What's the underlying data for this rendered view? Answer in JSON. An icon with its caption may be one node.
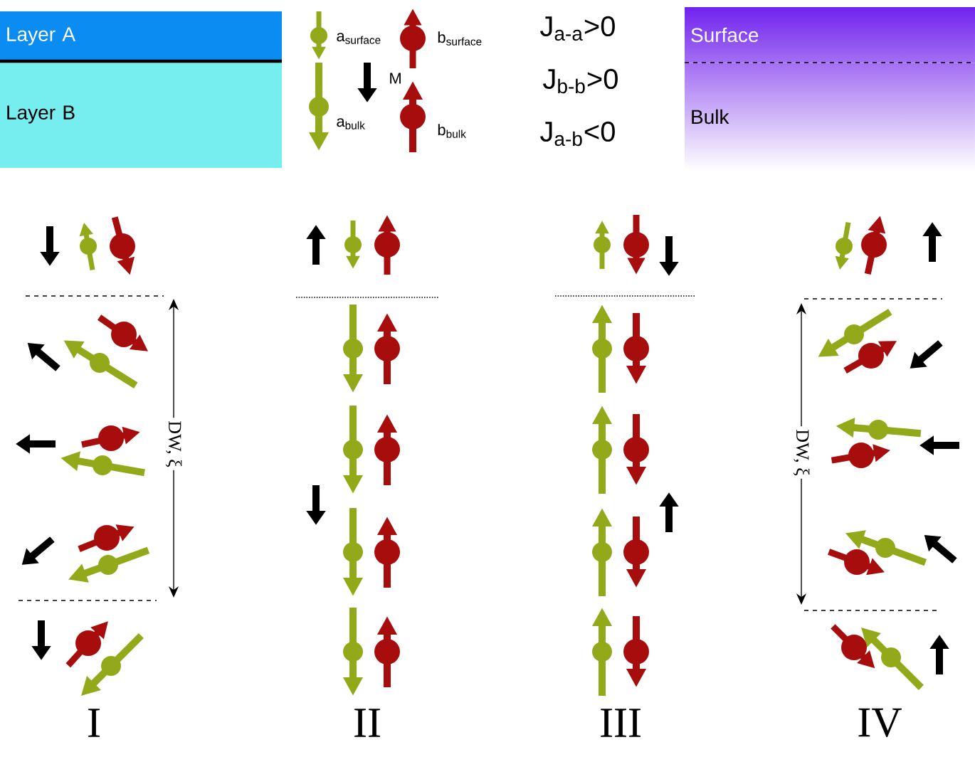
{
  "diagram": {
    "nodes": [
      {
        "text": [
          "Layer A"
        ]
      },
      {
        "text": [
          "Layer B"
        ]
      },
      {
        "text": [
          "Surface"
        ]
      },
      {
        "text": [
          "Bulk"
        ]
      }
    ],
    "labels": [
      "a$_{surface}$",
      "b$_{surface}$",
      "M",
      "a$_{bulk}$",
      "b$_{bulk}$",
      "J$_{a-a}$>0",
      "J$_{b-b}$>0",
      "J$_{a-b}$<0",
      "DW, ξ",
      "DW, ξ",
      "I",
      "II",
      "III",
      "IV"
    ]
  }
}
